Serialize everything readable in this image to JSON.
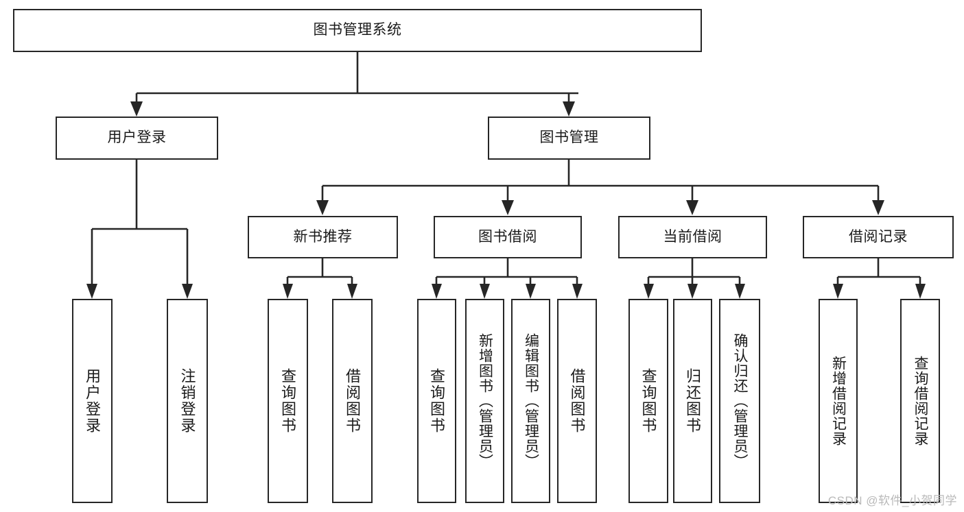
{
  "diagram": {
    "title": "图书管理系统",
    "watermark": "CSDN @软件_小贺同学",
    "nodes": {
      "root": {
        "label": "图书管理系统"
      },
      "l2": [
        {
          "id": "user-login",
          "label": "用户登录"
        },
        {
          "id": "book-manage",
          "label": "图书管理"
        }
      ],
      "l3": [
        {
          "id": "new-book-recommend",
          "label": "新书推荐"
        },
        {
          "id": "book-borrow",
          "label": "图书借阅"
        },
        {
          "id": "current-borrow",
          "label": "当前借阅"
        },
        {
          "id": "borrow-record",
          "label": "借阅记录"
        }
      ],
      "leaves": [
        {
          "id": "leaf-user-login",
          "label": "用户登录",
          "parent": "user-login"
        },
        {
          "id": "leaf-logout-login",
          "label": "注销登录",
          "parent": "user-login"
        },
        {
          "id": "leaf-query-book-1",
          "label": "查询图书",
          "parent": "new-book-recommend"
        },
        {
          "id": "leaf-borrow-book-1",
          "label": "借阅图书",
          "parent": "new-book-recommend"
        },
        {
          "id": "leaf-query-book-2",
          "label": "查询图书",
          "parent": "book-borrow"
        },
        {
          "id": "leaf-add-book-admin",
          "label": "新增图书（管理员）",
          "parent": "book-borrow"
        },
        {
          "id": "leaf-edit-book-admin",
          "label": "编辑图书（管理员）",
          "parent": "book-borrow"
        },
        {
          "id": "leaf-borrow-book-2",
          "label": "借阅图书",
          "parent": "book-borrow"
        },
        {
          "id": "leaf-query-book-3",
          "label": "查询图书",
          "parent": "current-borrow"
        },
        {
          "id": "leaf-return-book",
          "label": "归还图书",
          "parent": "current-borrow"
        },
        {
          "id": "leaf-confirm-return-admin",
          "label": "确认归还（管理员）",
          "parent": "current-borrow"
        },
        {
          "id": "leaf-add-borrow-record",
          "label": "新增借阅记录",
          "parent": "borrow-record"
        },
        {
          "id": "leaf-query-borrow-record",
          "label": "查询借阅记录",
          "parent": "borrow-record"
        }
      ]
    },
    "colors": {
      "stroke": "#262626",
      "fill": "#ffffff",
      "text": "#1a1a1a",
      "watermark": "#b9b9b9"
    }
  }
}
